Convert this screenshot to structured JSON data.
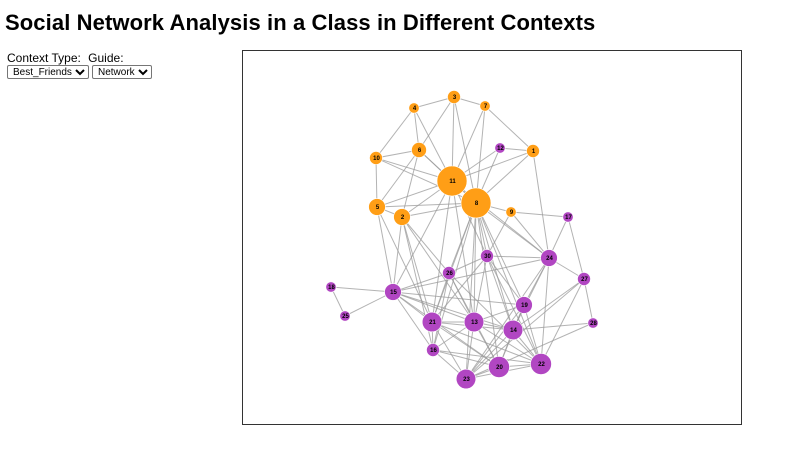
{
  "page": {
    "title": "Social Network Analysis in a Class in Different Contexts"
  },
  "controls": {
    "context_label": "Context Type:",
    "guide_label": "Guide:",
    "context_value": "Best_Friends",
    "guide_value": "Network"
  },
  "colors": {
    "group_a": "#ff9e16",
    "group_b": "#b146c2",
    "edge": "#999999",
    "stroke": "#ffffff"
  },
  "network": {
    "nodes": [
      {
        "id": "3",
        "group": "a",
        "degree": 2
      },
      {
        "id": "4",
        "group": "a",
        "degree": 1
      },
      {
        "id": "7",
        "group": "a",
        "degree": 1
      },
      {
        "id": "6",
        "group": "a",
        "degree": 3
      },
      {
        "id": "10",
        "group": "a",
        "degree": 2
      },
      {
        "id": "11",
        "group": "a",
        "degree": 10
      },
      {
        "id": "12",
        "group": "b",
        "degree": 1
      },
      {
        "id": "1",
        "group": "a",
        "degree": 2
      },
      {
        "id": "8",
        "group": "a",
        "degree": 14
      },
      {
        "id": "5",
        "group": "a",
        "degree": 4
      },
      {
        "id": "2",
        "group": "a",
        "degree": 4
      },
      {
        "id": "9",
        "group": "a",
        "degree": 1
      },
      {
        "id": "17",
        "group": "b",
        "degree": 1
      },
      {
        "id": "24",
        "group": "b",
        "degree": 4
      },
      {
        "id": "30",
        "group": "b",
        "degree": 2
      },
      {
        "id": "26",
        "group": "b",
        "degree": 2
      },
      {
        "id": "27",
        "group": "b",
        "degree": 2
      },
      {
        "id": "18",
        "group": "b",
        "degree": 1
      },
      {
        "id": "15",
        "group": "b",
        "degree": 4
      },
      {
        "id": "19",
        "group": "b",
        "degree": 4
      },
      {
        "id": "25",
        "group": "b",
        "degree": 1
      },
      {
        "id": "21",
        "group": "b",
        "degree": 6
      },
      {
        "id": "13",
        "group": "b",
        "degree": 6
      },
      {
        "id": "14",
        "group": "b",
        "degree": 6
      },
      {
        "id": "16",
        "group": "b",
        "degree": 2
      },
      {
        "id": "28",
        "group": "b",
        "degree": 1
      },
      {
        "id": "20",
        "group": "b",
        "degree": 7
      },
      {
        "id": "22",
        "group": "b",
        "degree": 7
      },
      {
        "id": "23",
        "group": "b",
        "degree": 6
      }
    ],
    "links": [
      [
        "3",
        "4"
      ],
      [
        "3",
        "7"
      ],
      [
        "3",
        "11"
      ],
      [
        "3",
        "8"
      ],
      [
        "3",
        "6"
      ],
      [
        "4",
        "6"
      ],
      [
        "4",
        "10"
      ],
      [
        "4",
        "11"
      ],
      [
        "7",
        "8"
      ],
      [
        "7",
        "11"
      ],
      [
        "7",
        "1"
      ],
      [
        "6",
        "10"
      ],
      [
        "6",
        "11"
      ],
      [
        "6",
        "8"
      ],
      [
        "6",
        "5"
      ],
      [
        "6",
        "2"
      ],
      [
        "10",
        "5"
      ],
      [
        "10",
        "11"
      ],
      [
        "10",
        "8"
      ],
      [
        "11",
        "8"
      ],
      [
        "11",
        "5"
      ],
      [
        "11",
        "2"
      ],
      [
        "11",
        "12"
      ],
      [
        "11",
        "1"
      ],
      [
        "11",
        "15"
      ],
      [
        "11",
        "21"
      ],
      [
        "11",
        "13"
      ],
      [
        "11",
        "30"
      ],
      [
        "11",
        "24"
      ],
      [
        "12",
        "8"
      ],
      [
        "1",
        "8"
      ],
      [
        "1",
        "24"
      ],
      [
        "8",
        "5"
      ],
      [
        "8",
        "2"
      ],
      [
        "8",
        "9"
      ],
      [
        "8",
        "24"
      ],
      [
        "8",
        "30"
      ],
      [
        "8",
        "26"
      ],
      [
        "8",
        "13"
      ],
      [
        "8",
        "21"
      ],
      [
        "8",
        "14"
      ],
      [
        "8",
        "19"
      ],
      [
        "8",
        "20"
      ],
      [
        "8",
        "22"
      ],
      [
        "8",
        "16"
      ],
      [
        "8",
        "23"
      ],
      [
        "5",
        "2"
      ],
      [
        "5",
        "15"
      ],
      [
        "2",
        "15"
      ],
      [
        "2",
        "21"
      ],
      [
        "2",
        "26"
      ],
      [
        "2",
        "13"
      ],
      [
        "9",
        "17"
      ],
      [
        "9",
        "24"
      ],
      [
        "17",
        "24"
      ],
      [
        "17",
        "27"
      ],
      [
        "24",
        "27"
      ],
      [
        "24",
        "30"
      ],
      [
        "24",
        "19"
      ],
      [
        "24",
        "14"
      ],
      [
        "24",
        "22"
      ],
      [
        "24",
        "23"
      ],
      [
        "24",
        "15"
      ],
      [
        "30",
        "26"
      ],
      [
        "30",
        "21"
      ],
      [
        "30",
        "14"
      ],
      [
        "30",
        "13"
      ],
      [
        "30",
        "19"
      ],
      [
        "30",
        "22"
      ],
      [
        "26",
        "15"
      ],
      [
        "26",
        "13"
      ],
      [
        "26",
        "16"
      ],
      [
        "26",
        "20"
      ],
      [
        "26",
        "22"
      ],
      [
        "27",
        "14"
      ],
      [
        "27",
        "23"
      ],
      [
        "27",
        "22"
      ],
      [
        "27",
        "28"
      ],
      [
        "18",
        "15"
      ],
      [
        "18",
        "25"
      ],
      [
        "25",
        "15"
      ],
      [
        "15",
        "21"
      ],
      [
        "15",
        "13"
      ],
      [
        "15",
        "16"
      ],
      [
        "15",
        "19"
      ],
      [
        "15",
        "20"
      ],
      [
        "19",
        "13"
      ],
      [
        "19",
        "14"
      ],
      [
        "19",
        "22"
      ],
      [
        "19",
        "23"
      ],
      [
        "19",
        "20"
      ],
      [
        "21",
        "13"
      ],
      [
        "21",
        "16"
      ],
      [
        "21",
        "20"
      ],
      [
        "21",
        "22"
      ],
      [
        "21",
        "14"
      ],
      [
        "13",
        "14"
      ],
      [
        "13",
        "20"
      ],
      [
        "13",
        "22"
      ],
      [
        "13",
        "23"
      ],
      [
        "13",
        "16"
      ],
      [
        "14",
        "22"
      ],
      [
        "14",
        "23"
      ],
      [
        "14",
        "20"
      ],
      [
        "14",
        "28"
      ],
      [
        "16",
        "20"
      ],
      [
        "16",
        "22"
      ],
      [
        "16",
        "23"
      ],
      [
        "28",
        "23"
      ],
      [
        "20",
        "22"
      ],
      [
        "20",
        "23"
      ],
      [
        "22",
        "23"
      ],
      [
        "21",
        "23"
      ],
      [
        "15",
        "14"
      ],
      [
        "2",
        "16"
      ],
      [
        "5",
        "21"
      ],
      [
        "12",
        "1"
      ],
      [
        "9",
        "30"
      ],
      [
        "26",
        "21"
      ]
    ]
  }
}
